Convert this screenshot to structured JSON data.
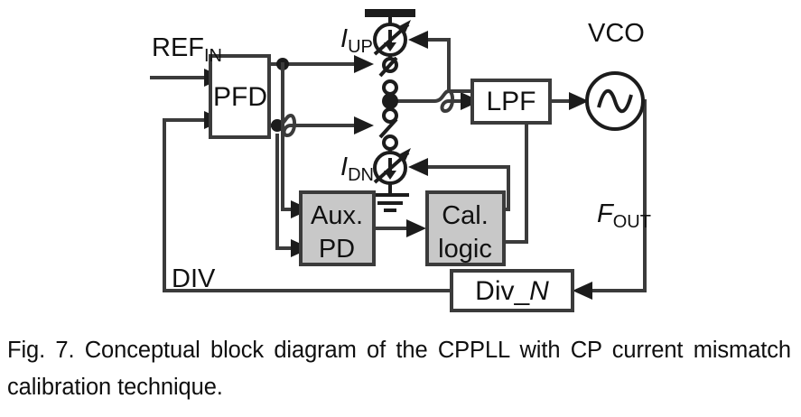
{
  "figure": {
    "caption": "Fig. 7. Conceptual block diagram of the CPPLL with CP current mismatch calibration technique.",
    "caption_line1": "Fig. 7. Conceptual block diagram of the CPPLL with CP current mis-",
    "caption_line2": "match calibration technique."
  },
  "colors": {
    "wire": "#3b3b3b",
    "symbol": "#1c1c1c",
    "block_fill_white": "#ffffff",
    "block_fill_gray": "#c8c8c8",
    "text": "#111111",
    "background": "#ffffff"
  },
  "blocks": [
    {
      "id": "pfd",
      "label": "PFD",
      "fill": "white"
    },
    {
      "id": "lpf",
      "label": "LPF",
      "fill": "white"
    },
    {
      "id": "aux_pd",
      "label_line1": "Aux.",
      "label_line2": "PD",
      "fill": "gray"
    },
    {
      "id": "cal_logic",
      "label_line1": "Cal.",
      "label_line2": "logic",
      "fill": "gray"
    },
    {
      "id": "div_n",
      "label_prefix": "Div_",
      "label_italic": "N",
      "fill": "white"
    }
  ],
  "labels": {
    "ref_in_base": "REF",
    "ref_in_sub": "IN",
    "i_up_base": "I",
    "i_up_sub": "UP",
    "i_dn_base": "I",
    "i_dn_sub": "DN",
    "vco": "VCO",
    "f_out_base": "F",
    "f_out_sub": "OUT",
    "div": "DIV"
  },
  "symbols": {
    "vdd_rail": "vdd-rail",
    "ground": "ground-symbol",
    "current_source_up": "current-source-up",
    "current_source_dn": "current-source-dn",
    "switch_up": "switch-up",
    "switch_dn": "switch-dn",
    "oscillator": "sine-oscillator"
  }
}
